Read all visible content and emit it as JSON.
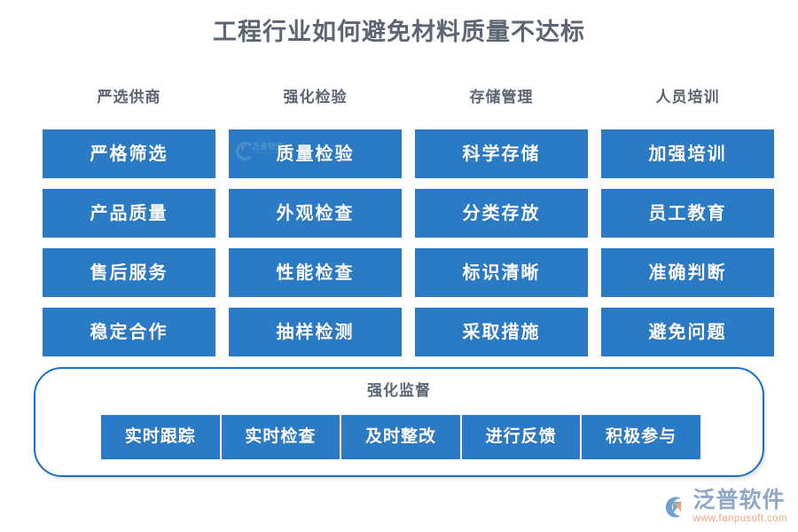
{
  "title": "工程行业如何避免材料质量不达标",
  "columns": [
    {
      "header": "严选供商",
      "items": [
        "严格筛选",
        "产品质量",
        "售后服务",
        "稳定合作"
      ]
    },
    {
      "header": "强化检验",
      "items": [
        "质量检验",
        "外观检查",
        "性能检查",
        "抽样检测"
      ]
    },
    {
      "header": "存储管理",
      "items": [
        "科学存储",
        "分类存放",
        "标识清晰",
        "采取措施"
      ]
    },
    {
      "header": "人员培训",
      "items": [
        "加强培训",
        "员工教育",
        "准确判断",
        "避免问题"
      ]
    }
  ],
  "panel": {
    "title": "强化监督",
    "items": [
      "实时跟踪",
      "实时检查",
      "及时整改",
      "进行反馈",
      "积极参与"
    ]
  },
  "watermark": {
    "name": "泛普软件",
    "url": "www.fanpusoft.com"
  },
  "brand": {
    "name": "泛普软件",
    "url": "www.fanpusoft.com"
  },
  "colors": {
    "box_blue": "#2a7ac6",
    "panel_border": "#1a6fc4",
    "heading_gray": "#5b6573",
    "box_text": "#ffffff",
    "brand_blue": "#8fa8c6",
    "brand_orange": "#f0a584",
    "background": "#ffffff"
  }
}
